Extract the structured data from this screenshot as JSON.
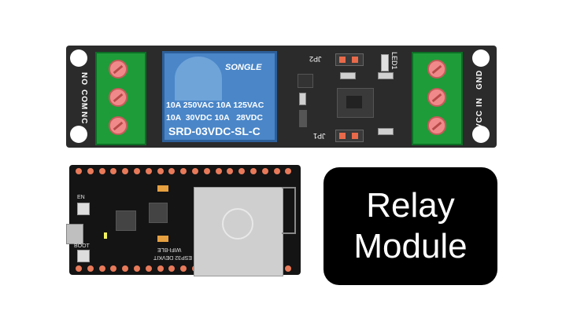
{
  "relay_module": {
    "left_pins": [
      "NO",
      "COM",
      "NC"
    ],
    "right_pins": [
      "GND",
      "IN",
      "VCC"
    ],
    "relay_brand": "SONGLE",
    "relay_rating_line1": "10A 250VAC 10A 125VAC",
    "relay_rating_line2": "10A  30VDC 10A   28VDC",
    "relay_model": "SRD-03VDC-SL-C",
    "jumper_top": "JP2",
    "jumper_bottom": "JP1",
    "led_label": "LED1",
    "colors": {
      "board": "#2b2b2b",
      "terminal": "#1e9c3a",
      "relay": "#4a86c8",
      "screw": "#f08a8a"
    }
  },
  "esp32_board": {
    "silk_name": "ESP32 DEVKIT",
    "silk_sub": "WIFI-BLE",
    "button_left_top": "EN",
    "button_left_bottom": "BOOT",
    "colors": {
      "board": "#141414",
      "pins": "#e87a5a",
      "module": "#cfcfcf"
    }
  },
  "label": {
    "line1": "Relay",
    "line2": "Module",
    "colors": {
      "background": "#000000",
      "text": "#ffffff"
    }
  }
}
